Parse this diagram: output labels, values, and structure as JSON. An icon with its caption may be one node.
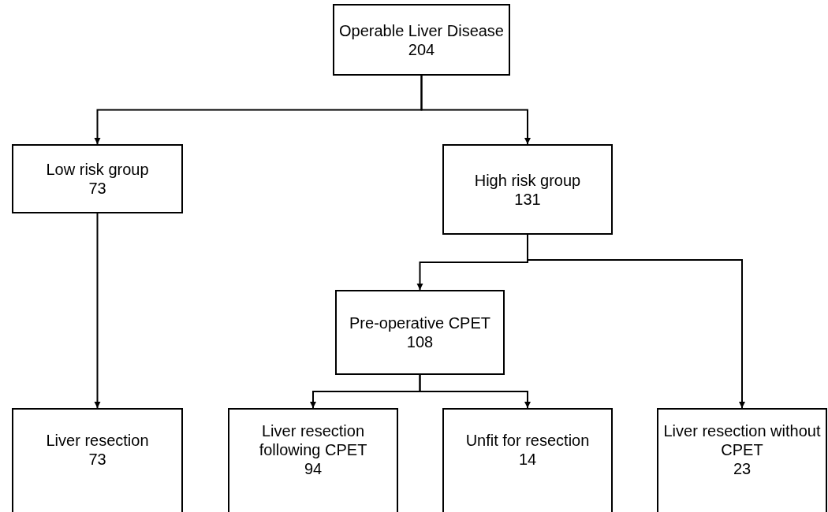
{
  "diagram": {
    "nodes": [
      {
        "text": [
          "Operable Liver Disease",
          "204"
        ]
      },
      {
        "text": [
          "Low risk group",
          "73"
        ]
      },
      {
        "text": [
          "High risk group",
          "131"
        ]
      },
      {
        "text": [
          "Pre-operative CPET",
          "108"
        ]
      },
      {
        "text": [
          "Liver resection",
          "73"
        ]
      },
      {
        "text": [
          "Liver resection following CPET",
          "94"
        ]
      },
      {
        "text": [
          "Unfit for resection",
          "14"
        ]
      },
      {
        "text": [
          "Liver resection without CPET",
          "23"
        ]
      }
    ],
    "edges": [
      {
        "from": 0,
        "to": 1,
        "arrow": "to"
      },
      {
        "from": 0,
        "to": 2,
        "arrow": "to"
      },
      {
        "from": 1,
        "to": 4,
        "arrow": "to"
      },
      {
        "from": 2,
        "to": 3,
        "arrow": "to"
      },
      {
        "from": 2,
        "to": 7,
        "arrow": "to"
      },
      {
        "from": 3,
        "to": 5,
        "arrow": "to"
      },
      {
        "from": 3,
        "to": 6,
        "arrow": "to"
      }
    ]
  }
}
